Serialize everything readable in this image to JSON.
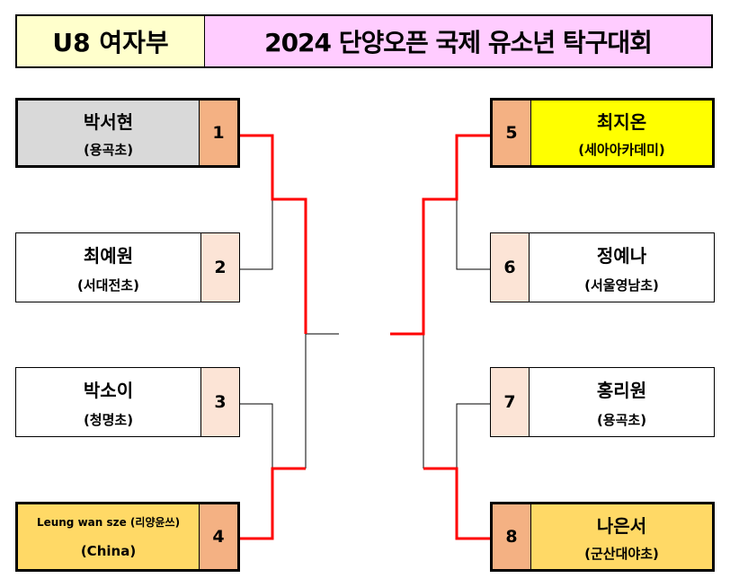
{
  "header": {
    "category": "U8 여자부",
    "title": "2024 단양오픈 국제 유소년 탁구대회"
  },
  "players": [
    {
      "seed": "1",
      "name": "박서현",
      "team": "(용곡초)",
      "winner": true,
      "bg": "#d9d9d9",
      "seed_bg": "#f4b183"
    },
    {
      "seed": "2",
      "name": "최예원",
      "team": "(서대전초)",
      "winner": false,
      "bg": "#ffffff",
      "seed_bg": "#fce4d6"
    },
    {
      "seed": "3",
      "name": "박소이",
      "team": "(청명초)",
      "winner": false,
      "bg": "#ffffff",
      "seed_bg": "#fce4d6"
    },
    {
      "seed": "4",
      "name": "Leung wan sze (리양윤쓰)",
      "team": "(China)",
      "winner": true,
      "bg": "#ffd966",
      "seed_bg": "#f4b183"
    },
    {
      "seed": "5",
      "name": "최지온",
      "team": "(세아아카데미)",
      "winner": true,
      "bg": "#ffff00",
      "seed_bg": "#f4b183"
    },
    {
      "seed": "6",
      "name": "정예나",
      "team": "(서울영남초)",
      "winner": false,
      "bg": "#ffffff",
      "seed_bg": "#fce4d6"
    },
    {
      "seed": "7",
      "name": "홍리원",
      "team": "(용곡초)",
      "winner": false,
      "bg": "#ffffff",
      "seed_bg": "#fce4d6"
    },
    {
      "seed": "8",
      "name": "나은서",
      "team": "(군산대야초)",
      "winner": true,
      "bg": "#ffd966",
      "seed_bg": "#f4b183"
    }
  ],
  "colors": {
    "win_line": "#ff0000",
    "line": "#000000"
  }
}
